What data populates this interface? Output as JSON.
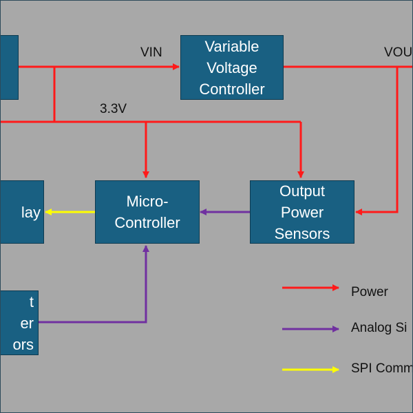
{
  "blocks": {
    "vvc": [
      "Variable",
      "Voltage",
      "Controller"
    ],
    "mcu": [
      "Micro-",
      "Controller"
    ],
    "ops": [
      "Output",
      "Power",
      "Sensors"
    ],
    "display": [
      "lay"
    ],
    "ips": [
      "t",
      "er",
      "ors"
    ]
  },
  "labels": {
    "vin": "VIN",
    "vout": "VOU",
    "v33": "3.3V"
  },
  "legend": {
    "power": "Power",
    "analog": "Analog Si",
    "spi": "SPI Comm"
  },
  "colors": {
    "power": "#ff1a1a",
    "analog": "#7030a0",
    "spi": "#ffff00",
    "block": "#196082"
  }
}
